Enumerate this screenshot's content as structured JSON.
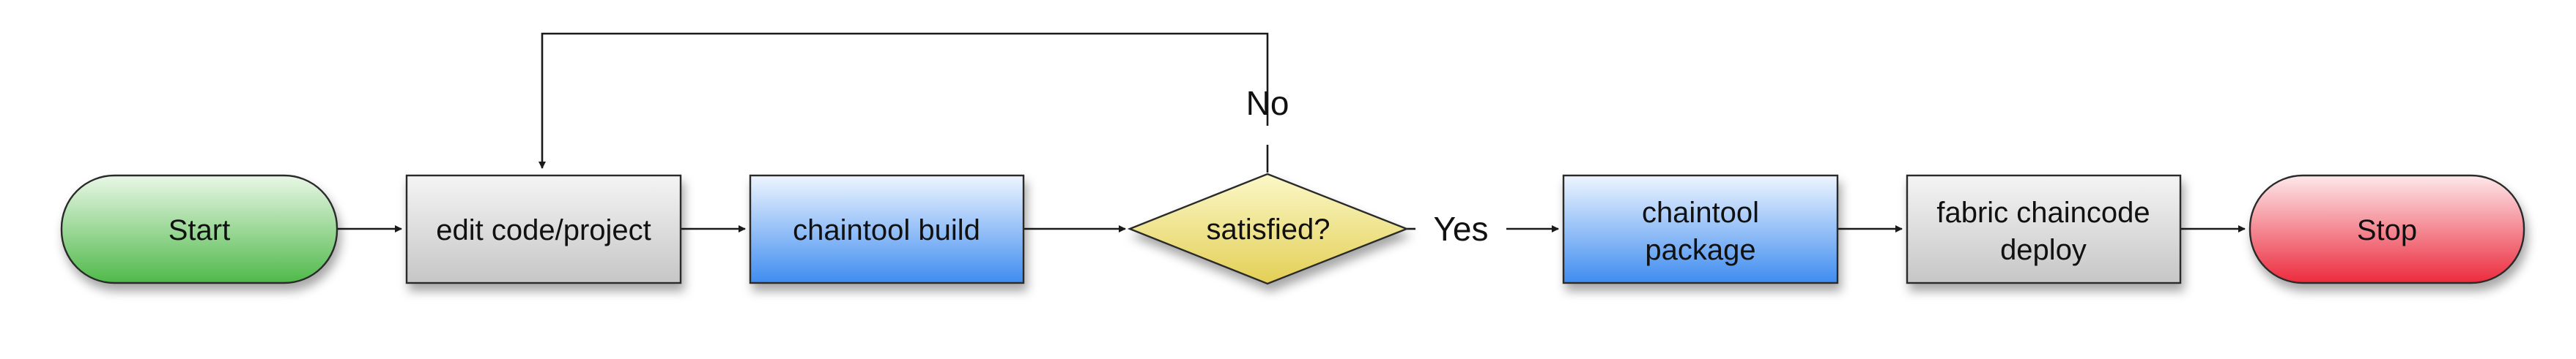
{
  "diagram": {
    "nodes": {
      "start": {
        "label": "Start",
        "shape": "terminal",
        "color": "green"
      },
      "edit": {
        "label": "edit code/project",
        "shape": "process",
        "color": "gray"
      },
      "build": {
        "label": "chaintool build",
        "shape": "process",
        "color": "blue"
      },
      "decision": {
        "label": "satisfied?",
        "shape": "decision",
        "color": "yellow"
      },
      "package": {
        "line1": "chaintool",
        "line2": "package",
        "shape": "process",
        "color": "blue"
      },
      "deploy": {
        "line1": "fabric chaincode",
        "line2": "deploy",
        "shape": "process",
        "color": "gray"
      },
      "stop": {
        "label": "Stop",
        "shape": "terminal",
        "color": "red"
      }
    },
    "edges": {
      "no_label": "No",
      "yes_label": "Yes"
    },
    "colors": {
      "green_top": "#e9f7e6",
      "green_bottom": "#4fb94a",
      "gray_top": "#f4f4f4",
      "gray_bottom": "#c6c6c6",
      "blue_top": "#eef5ff",
      "blue_bottom": "#3f8cf0",
      "yellow_top": "#fbf8c8",
      "yellow_bottom": "#e3cf55",
      "red_top": "#fde8ea",
      "red_bottom": "#ec2b3d",
      "stroke": "#2a2a2a"
    }
  }
}
